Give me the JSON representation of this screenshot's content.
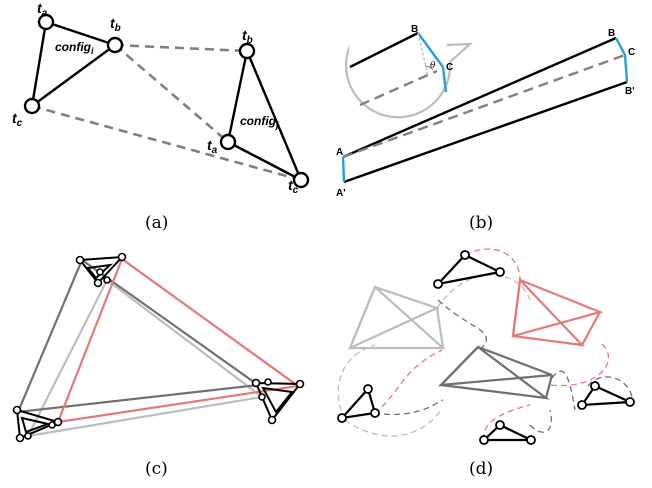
{
  "panels": {
    "a": {
      "caption": "(a)",
      "labels": {
        "ta_i": "t",
        "ta_i_sub": "a",
        "tb_i": "t",
        "tb_i_sub": "b",
        "tc_i": "t",
        "tc_i_sub": "c",
        "config_i": "config",
        "config_i_sub": "i",
        "tb_j": "t",
        "tb_j_sub": "b",
        "ta_j": "t",
        "ta_j_sub": "a",
        "tc_j": "t",
        "tc_j_sub": "c",
        "config_j": "config",
        "config_j_sub": "j"
      }
    },
    "b": {
      "caption": "(b)",
      "labels": {
        "inset_B": "B",
        "inset_C": "C",
        "inset_theta": "θ",
        "B": "B",
        "C": "C",
        "B_prime": "B'",
        "A": "A",
        "A_prime": "A'"
      }
    },
    "c": {
      "caption": "(c)"
    },
    "d": {
      "caption": "(d)"
    }
  },
  "colors": {
    "black": "#000000",
    "dash_gray": "#808080",
    "blue": "#2a9fd6",
    "red": "#e87878",
    "dark_gray": "#707070",
    "light_gray": "#bdbdbd"
  }
}
